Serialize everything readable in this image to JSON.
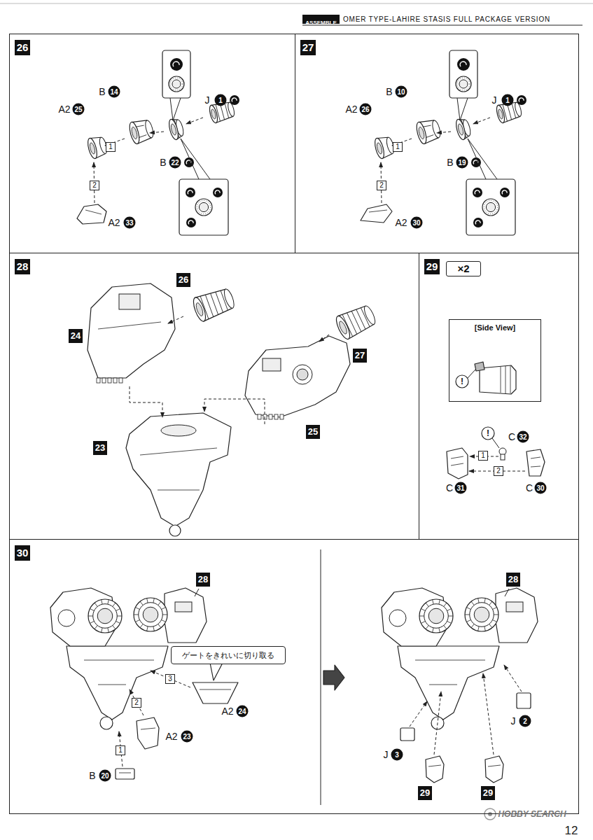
{
  "diagram": {
    "title": "OMER TYPE-LAHIRE STASIS FULL PACKAGE VERSION",
    "nodes": [
      {
        "text": [
          "ASSEMBLE"
        ]
      },
      {
        "text": [
          "26"
        ]
      },
      {
        "text": [
          "27"
        ]
      },
      {
        "text": [
          "28"
        ]
      },
      {
        "text": [
          "29"
        ]
      },
      {
        "text": [
          "×2"
        ],
        "in": 4
      },
      {
        "text": [
          "[Side View]"
        ],
        "in": 4
      },
      {
        "text": [
          "30"
        ]
      },
      {
        "text": [
          "ゲートをきれいに切り取る"
        ],
        "in": 7
      }
    ],
    "labels": [
      "J",
      "1",
      "B",
      "14",
      "A2",
      "25",
      "1",
      "B",
      "22",
      "2",
      "A2",
      "33",
      "J",
      "1",
      "B",
      "10",
      "A2",
      "26",
      "1",
      "B",
      "19",
      "2",
      "A2",
      "30",
      "26",
      "24",
      "23",
      "25",
      "27",
      "!",
      "!",
      "C",
      "32",
      "1",
      "2",
      "C",
      "31",
      "C",
      "30",
      "28",
      "3",
      "2",
      "1",
      "A2",
      "24",
      "A2",
      "23",
      "B",
      "20",
      "28",
      "J",
      "2",
      "J",
      "3",
      "29",
      "29",
      "HOBBY SEARCH",
      "12"
    ]
  }
}
